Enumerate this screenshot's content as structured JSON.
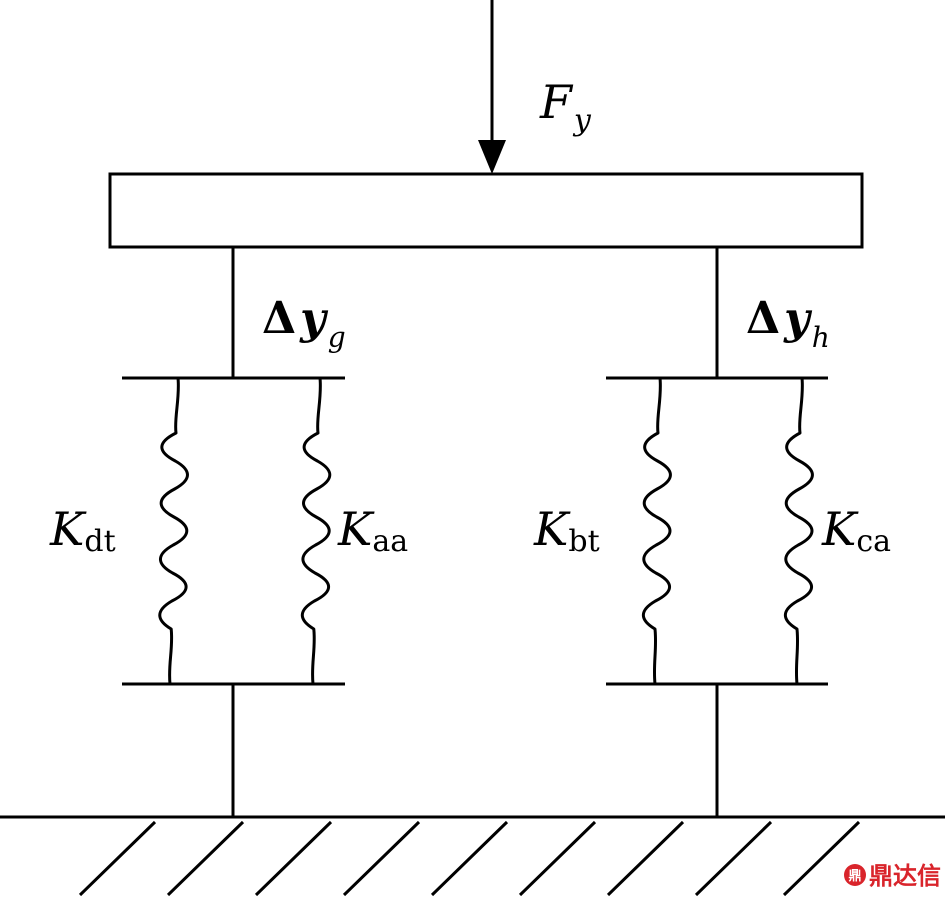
{
  "force": {
    "symbol": "F",
    "subscript": "y"
  },
  "displacements": {
    "left": {
      "delta": "Δ",
      "symbol": "y",
      "subscript": "g"
    },
    "right": {
      "delta": "Δ",
      "symbol": "y",
      "subscript": "h"
    }
  },
  "springs": [
    {
      "symbol": "K",
      "subscript": "dt"
    },
    {
      "symbol": "K",
      "subscript": "aa"
    },
    {
      "symbol": "K",
      "subscript": "bt"
    },
    {
      "symbol": "K",
      "subscript": "ca"
    }
  ],
  "watermark": {
    "text": "鼎达信",
    "color": "#d9242b"
  },
  "colors": {
    "line": "#000000",
    "background": "#ffffff"
  }
}
